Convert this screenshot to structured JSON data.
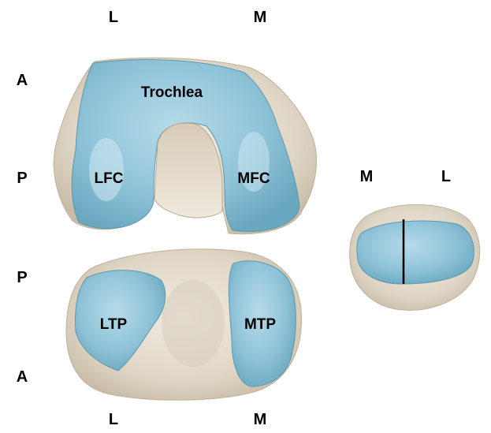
{
  "orientation": {
    "femur_left": "L",
    "femur_right": "M",
    "femur_top": "A",
    "femur_bottom": "P",
    "tibia_top": "P",
    "tibia_bottom": "A",
    "tibia_left": "L",
    "tibia_right": "M",
    "patella_left": "M",
    "patella_right": "L"
  },
  "regions": {
    "trochlea": "Trochlea",
    "lfc": "LFC",
    "mfc": "MFC",
    "ltp": "LTP",
    "mtp": "MTP"
  },
  "colors": {
    "bone": "#e4dccd",
    "cartilage": "#8fc3d8",
    "divider": "#000000"
  }
}
